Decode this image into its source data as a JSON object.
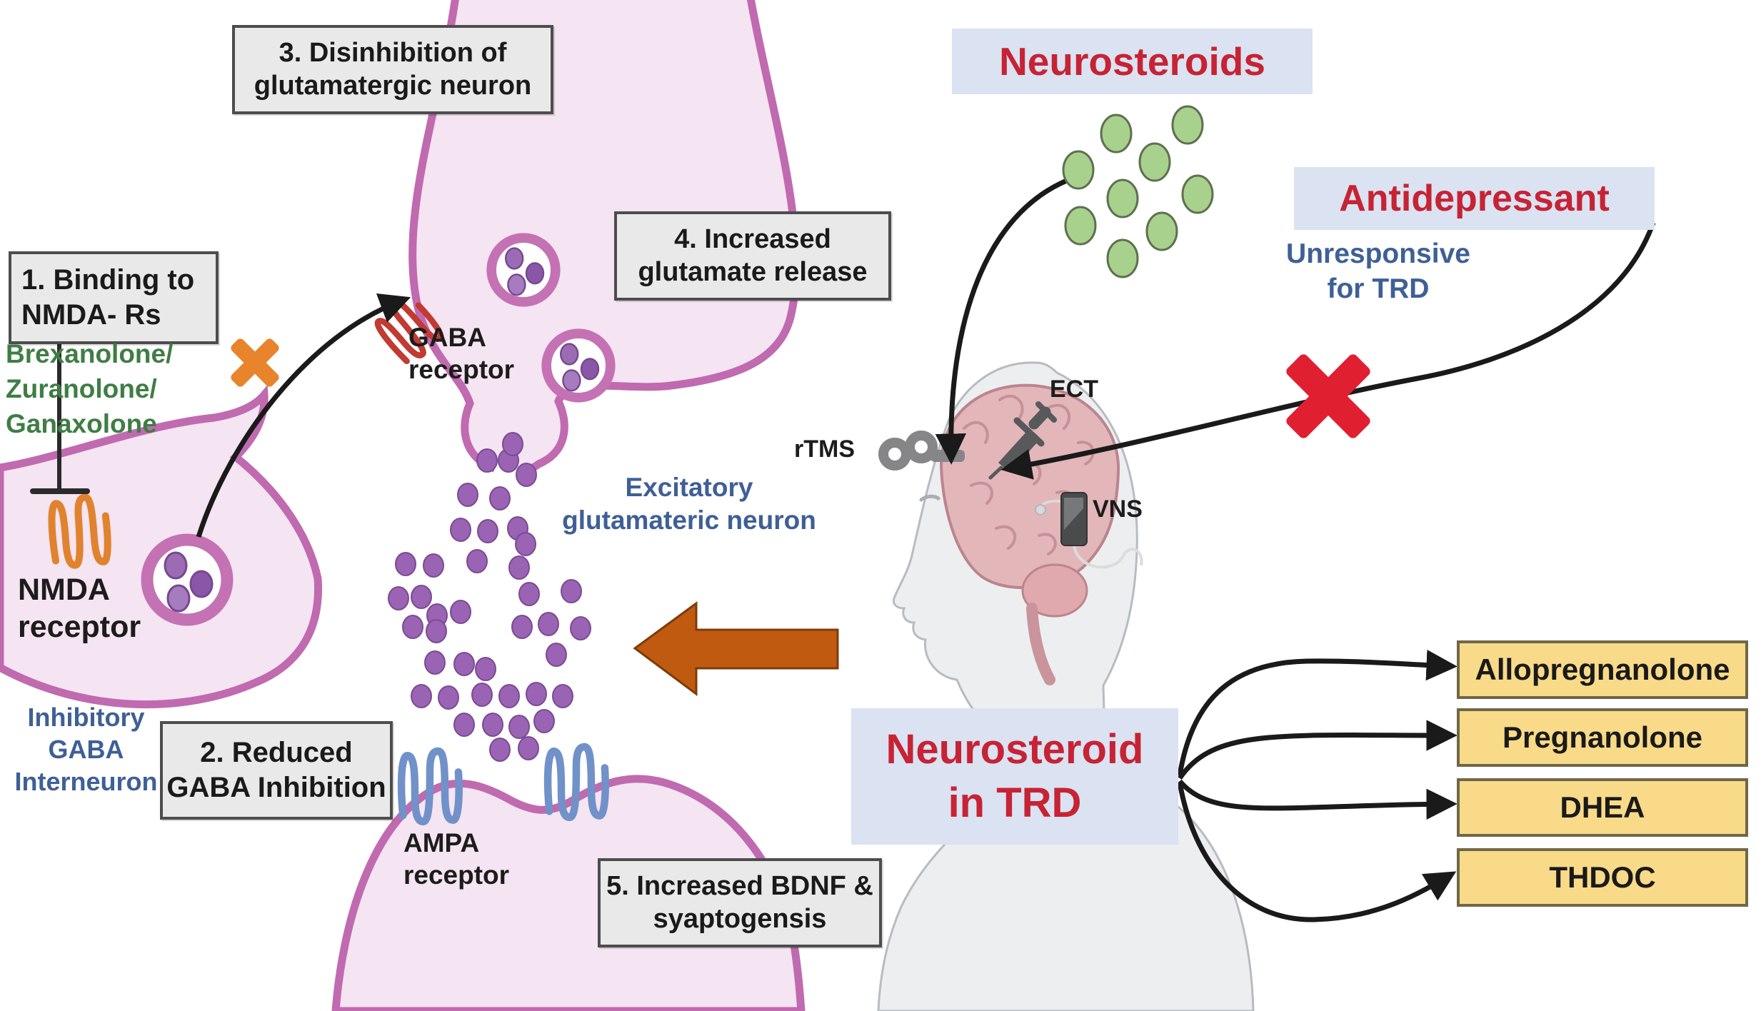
{
  "steps": {
    "s1": "1. Binding to NMDA- Rs",
    "s2": "2. Reduced GABA Inhibition",
    "s3": "3. Disinhibition of glutamatergic neuron",
    "s4": "4. Increased glutamate release",
    "s5": "5. Increased BDNF & syaptogensis"
  },
  "neuron_labels": {
    "drugs_lines": [
      "Brexanolone/",
      "Zuranolone/",
      "Ganaxolone"
    ],
    "nmda_receptor": "NMDA receptor",
    "inhibitory_interneuron": "Inhibitory GABA Interneuron",
    "gaba_receptor": "GABA receptor",
    "excitatory_neuron": "Excitatory glutamateric neuron",
    "ampa_receptor": "AMPA receptor"
  },
  "treatment": {
    "neurosteroids": "Neurosteroids",
    "antidepressant": "Antidepressant",
    "unresponsive": "Unresponsive for TRD",
    "ect": "ECT",
    "rtms": "rTMS",
    "vns": "VNS",
    "neurosteroid_trd": "Neurosteroid in TRD",
    "steroids": [
      "Allopregnanolone",
      "Pregnanolone",
      "DHEA",
      "THDOC"
    ]
  },
  "colors": {
    "step_box_bg": "#e9e9e9",
    "step_box_border": "#4d4d4d",
    "title_bg": "#dbe2f1",
    "title_red": "#c62334",
    "blue_text": "#3f5f96",
    "green_text": "#3f7d44",
    "steroid_box_bg": "#f8da88",
    "steroid_box_border": "#6f6747",
    "neuron_fill": "#f5e4f2",
    "neuron_stroke": "#c06ab0",
    "nmda_receptor_orange": "#e0832f",
    "gaba_receptor_red": "#c13b33",
    "ampa_receptor_blue": "#7191c9",
    "glutamate_purple": "#9a63b4",
    "neurosteroid_green": "#a9d18e",
    "block_arrow_orange": "#c05a11",
    "cross_red": "#e01f30",
    "cross_orange": "#e8842c"
  }
}
